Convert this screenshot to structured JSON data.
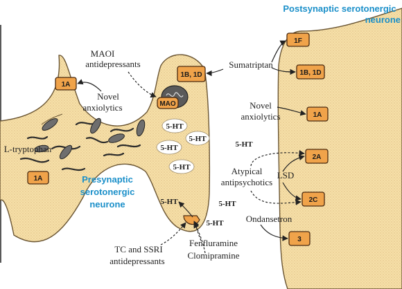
{
  "titles": {
    "postsynaptic": [
      "Postsynaptic serotonergic",
      "neurone"
    ],
    "presynaptic": [
      "Presynaptic",
      "serotonergic",
      "neurone"
    ]
  },
  "receptors": {
    "pre_1a_top": "1A",
    "pre_1b1d": "1B, 1D",
    "pre_1a_bottom": "1A",
    "post_1f": "1F",
    "post_1b1d": "1B, 1D",
    "post_1a": "1A",
    "post_2a": "2A",
    "post_2c": "2C",
    "post_3": "3"
  },
  "ht_labels": {
    "vesicle_1": "5-HT",
    "vesicle_2": "5-HT",
    "vesicle_3": "5-HT",
    "vesicle_4": "5-HT",
    "terminal": "5-HT",
    "cleft_1": "5-HT",
    "cleft_2": "5-HT",
    "cleft_3": "5-HT"
  },
  "drugs": {
    "maoi": [
      "MAOI",
      "antidepressants"
    ],
    "novel_anx_pre": [
      "Novel",
      "anxiolytics"
    ],
    "sumatriptan": "Sumatriptan",
    "novel_anx_post": [
      "Novel",
      "anxiolytics"
    ],
    "atypical": [
      "Atypical",
      "antipsychotics"
    ],
    "lsd": "LSD",
    "ondansetron": "Ondansetron",
    "tc_ssri": [
      "TC and SSRI",
      "antidepressants"
    ],
    "fenfluramine": "Fenfluramine",
    "clomipramine": "Clomipramine"
  },
  "other": {
    "ltryptophan": "L-tryptophan",
    "mao": "MAO"
  },
  "colors": {
    "receptor_fill": "#f0a34a",
    "neuron_fill": "#f6dfa8",
    "title_blue": "#1a8fc9"
  }
}
